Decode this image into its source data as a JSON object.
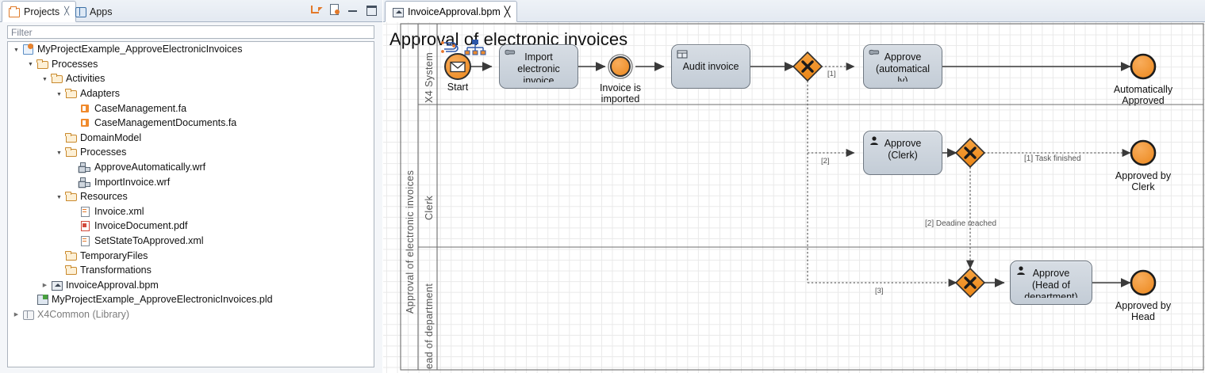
{
  "explorer": {
    "tabs": [
      {
        "label": "Projects",
        "icon": "projects-icon",
        "active": true,
        "close": "╳"
      },
      {
        "label": "Apps",
        "icon": "apps-icon",
        "active": false
      }
    ],
    "toolbar": [
      {
        "name": "link-with-editor-icon",
        "title": "Link with Editor"
      },
      {
        "name": "view-menu-icon",
        "title": "View Menu"
      },
      {
        "name": "minimize-icon",
        "title": "Minimize"
      },
      {
        "name": "maximize-icon",
        "title": "Maximize"
      }
    ],
    "filter": {
      "placeholder": "Filter",
      "value": ""
    },
    "tree": [
      {
        "depth": 0,
        "twisty": "open",
        "icon": "project-icon",
        "label": "MyProjectExample_ApproveElectronicInvoices"
      },
      {
        "depth": 1,
        "twisty": "open",
        "icon": "folder-icon",
        "label": "Processes"
      },
      {
        "depth": 2,
        "twisty": "open",
        "icon": "folder-icon",
        "label": "Activities"
      },
      {
        "depth": 3,
        "twisty": "open",
        "icon": "folder-icon",
        "label": "Adapters"
      },
      {
        "depth": 4,
        "twisty": "none",
        "icon": "fa-file-icon",
        "label": "CaseManagement.fa"
      },
      {
        "depth": 4,
        "twisty": "none",
        "icon": "fa-file-icon",
        "label": "CaseManagementDocuments.fa"
      },
      {
        "depth": 3,
        "twisty": "none",
        "icon": "folder-icon",
        "label": "DomainModel"
      },
      {
        "depth": 3,
        "twisty": "open",
        "icon": "folder-icon",
        "label": "Processes"
      },
      {
        "depth": 4,
        "twisty": "none",
        "icon": "wrf-file-icon",
        "label": "ApproveAutomatically.wrf"
      },
      {
        "depth": 4,
        "twisty": "none",
        "icon": "wrf-file-icon",
        "label": "ImportInvoice.wrf"
      },
      {
        "depth": 3,
        "twisty": "open",
        "icon": "folder-icon",
        "label": "Resources"
      },
      {
        "depth": 4,
        "twisty": "none",
        "icon": "xml-file-icon",
        "label": "Invoice.xml"
      },
      {
        "depth": 4,
        "twisty": "none",
        "icon": "pdf-file-icon",
        "label": "InvoiceDocument.pdf"
      },
      {
        "depth": 4,
        "twisty": "none",
        "icon": "xml-file-icon",
        "label": "SetStateToApproved.xml"
      },
      {
        "depth": 3,
        "twisty": "none",
        "icon": "folder-icon",
        "label": "TemporaryFiles"
      },
      {
        "depth": 3,
        "twisty": "none",
        "icon": "folder-icon",
        "label": "Transformations"
      },
      {
        "depth": 2,
        "twisty": "closed",
        "icon": "bpm-file-icon",
        "label": "InvoiceApproval.bpm"
      },
      {
        "depth": 1,
        "twisty": "none",
        "icon": "pld-file-icon",
        "label": "MyProjectExample_ApproveElectronicInvoices.pld"
      },
      {
        "depth": 0,
        "twisty": "closed",
        "icon": "library-icon",
        "label": "X4Common (Library)",
        "dim": true
      }
    ]
  },
  "editor": {
    "tab": {
      "label": "InvoiceApproval.bpm",
      "icon": "bpm-file-icon",
      "close": "╳"
    },
    "diagram_title": "Approval of electronic invoices",
    "pool_label": "Approval of electronic invoices",
    "lanes": [
      {
        "label": "X4 System"
      },
      {
        "label": "Clerk"
      },
      {
        "label": "ead of department"
      }
    ],
    "nodes": {
      "start": {
        "label": "Start",
        "type": "message-start-event"
      },
      "import_task": {
        "lines": [
          "Import",
          "electronic",
          "invoice"
        ],
        "type": "service-task"
      },
      "invoice_imported": {
        "label": "Invoice is\nimported",
        "line1": "Invoice is",
        "line2": "imported",
        "type": "intermediate-event"
      },
      "audit_task": {
        "lines": [
          "Audit invoice"
        ],
        "type": "business-rule-task"
      },
      "gateway1": {
        "type": "exclusive-gateway"
      },
      "approve_auto_task": {
        "lines": [
          "Approve",
          "(automatical",
          "ly)"
        ],
        "type": "service-task"
      },
      "end_auto": {
        "line1": "Automatically",
        "line2": "Approved",
        "type": "end-event"
      },
      "approve_clerk_task": {
        "lines": [
          "Approve",
          "(Clerk)"
        ],
        "type": "user-task"
      },
      "gateway2": {
        "type": "exclusive-gateway"
      },
      "end_clerk": {
        "line1": "Approved by",
        "line2": "Clerk",
        "type": "end-event"
      },
      "gateway3": {
        "type": "exclusive-gateway"
      },
      "approve_head_task": {
        "lines": [
          "Approve",
          "(Head of",
          "department)"
        ],
        "type": "user-task"
      },
      "end_head": {
        "line1": "Approved by",
        "line2": "Head",
        "type": "end-event"
      }
    },
    "flow_labels": {
      "branch1": "[1]",
      "branch2": "[2]",
      "branch3": "[3]",
      "task_finished": "[1] Task finished",
      "deadline_reached": "[2] Deadine reached"
    },
    "colors": {
      "event_fill": "#f0912d",
      "gateway_fill": "#f0912d",
      "task_fill": "#ccd4dd",
      "border": "#6f7882",
      "flow": "#4a4a4a"
    }
  }
}
